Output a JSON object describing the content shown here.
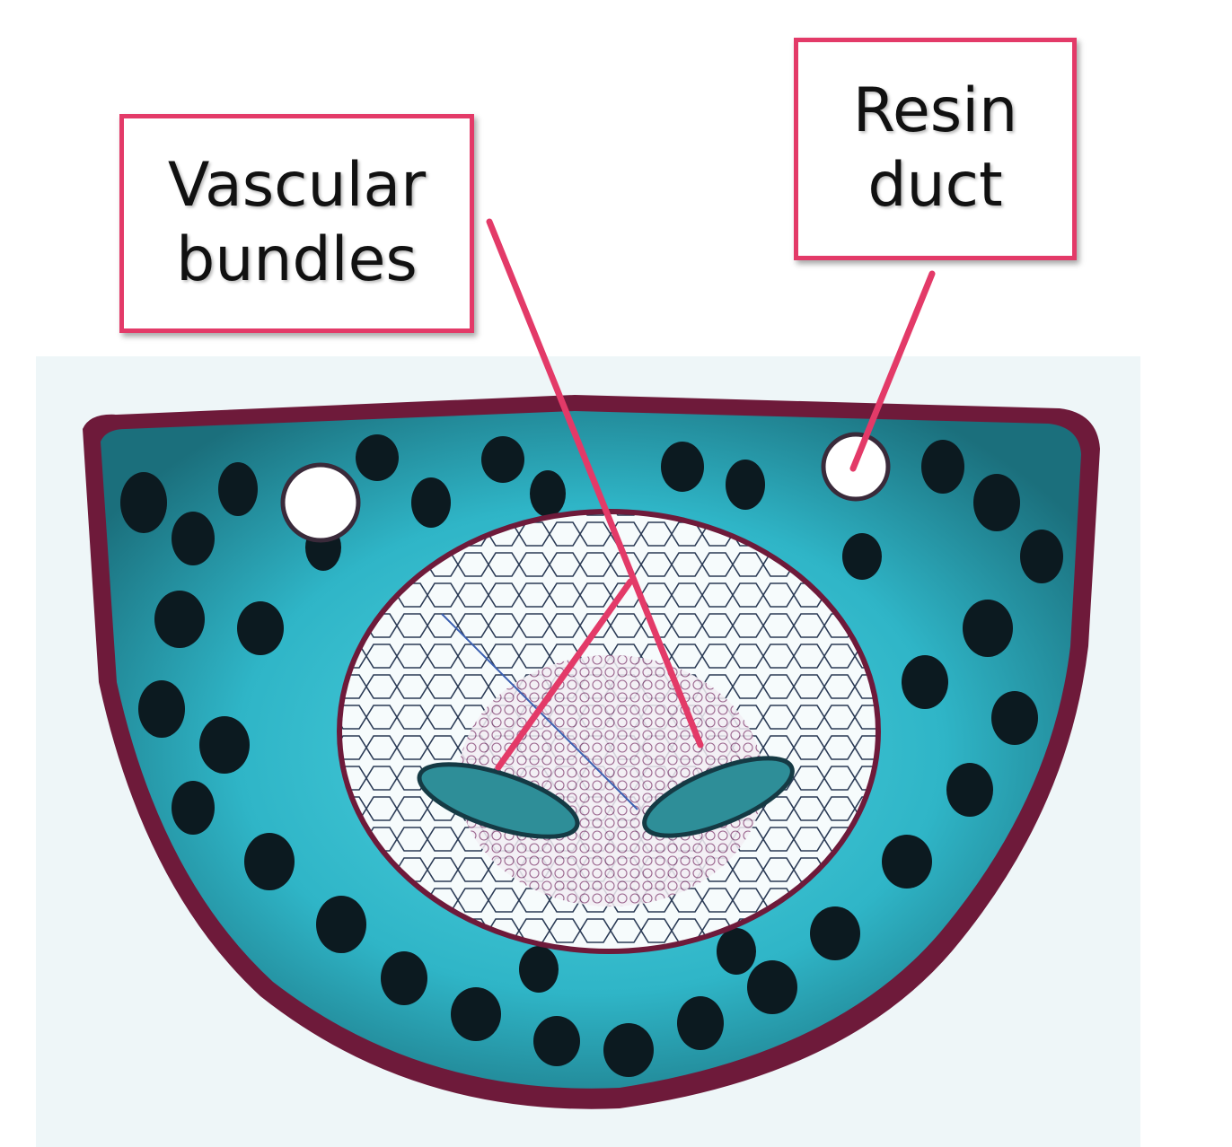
{
  "labels": {
    "vascular_bundles": {
      "line1": "Vascular",
      "line2": "bundles"
    },
    "resin_duct": {
      "line1": "Resin",
      "line2": "duct"
    }
  },
  "colors": {
    "annotation": "#e33a68",
    "epidermis": "#6e1a3a",
    "mesophyll_cyan": "#3cc6d6",
    "mesophyll_dark": "#0c1a20",
    "vascular_tissue": "#2e8e98",
    "background_panel": "#eef6f8"
  }
}
